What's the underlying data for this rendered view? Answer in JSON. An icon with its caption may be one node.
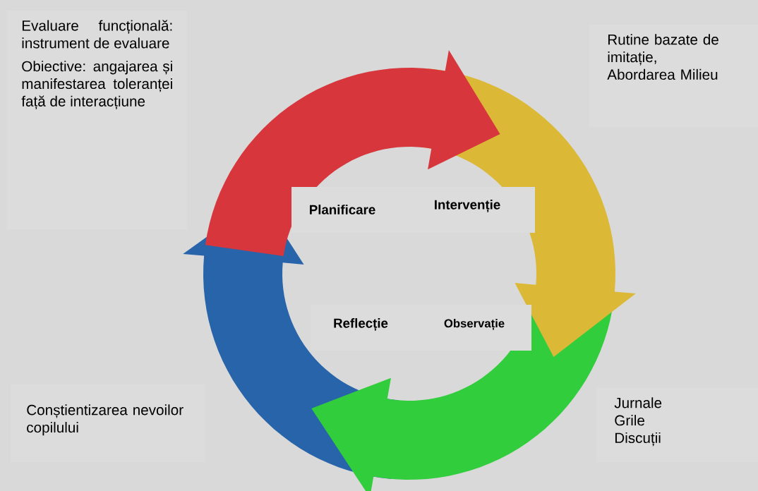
{
  "diagram": {
    "nodes": [
      {
        "text": [
          "Evaluare funcțională: instrument de evaluare",
          "Obiective: angajarea și manifestarea toleranței față de interacțiune"
        ]
      },
      {
        "text": [
          "Rutine bazate de imitație,",
          "Abordarea Milieu"
        ]
      },
      {
        "text": [
          "Conștientizarea nevoilor copilului"
        ]
      },
      {
        "text": [
          "Jurnale",
          "Grile",
          "Discuții"
        ]
      },
      {
        "text": [
          "Planificare"
        ]
      },
      {
        "text": [
          "Intervenție"
        ]
      },
      {
        "text": [
          "Reflecție"
        ]
      },
      {
        "text": [
          "Observație"
        ]
      }
    ]
  }
}
